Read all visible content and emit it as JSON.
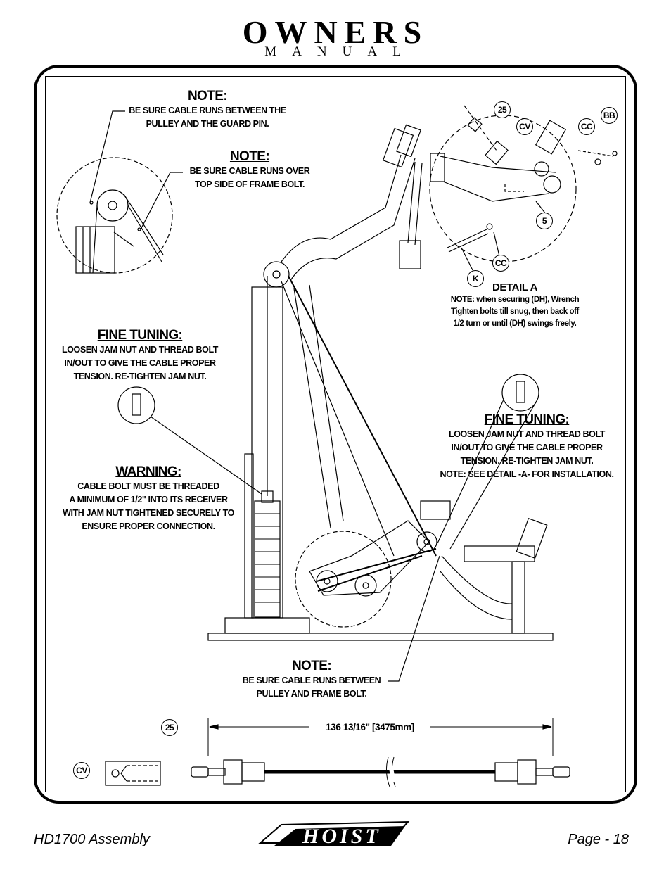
{
  "header": {
    "title": "OWNERS",
    "subtitle": "MANUAL"
  },
  "notes": {
    "guard_pin": {
      "head": "NOTE:",
      "line1": "BE SURE CABLE RUNS BETWEEN THE",
      "line2": "PULLEY AND THE GUARD PIN."
    },
    "frame_bolt_top": {
      "head": "NOTE:",
      "line1": "BE SURE CABLE RUNS OVER",
      "line2": "TOP SIDE OF FRAME BOLT."
    },
    "fine_tuning_left": {
      "head": "FINE TUNING:",
      "line1": "LOOSEN JAM NUT AND THREAD BOLT",
      "line2": "IN/OUT TO GIVE THE CABLE PROPER",
      "line3": "TENSION. RE-TIGHTEN JAM NUT."
    },
    "warning": {
      "head": "WARNING:",
      "line1": "CABLE BOLT MUST BE THREADED",
      "line2": "A MINIMUM OF 1/2\" INTO ITS RECEIVER",
      "line3": "WITH JAM NUT TIGHTENED SECURELY TO",
      "line4": "ENSURE PROPER CONNECTION."
    },
    "detail_a": {
      "head": "DETAIL A",
      "line1": "NOTE: when securing (DH), Wrench",
      "line2": "Tighten bolts till snug, then back off",
      "line3": "1/2 turn or until (DH) swings freely."
    },
    "fine_tuning_right": {
      "head": "FINE TUNING:",
      "line1": "LOOSEN JAM NUT AND THREAD BOLT",
      "line2": "IN/OUT TO GIVE THE CABLE PROPER",
      "line3": "TENSION.  RE-TIGHTEN JAM NUT.",
      "line4": "NOTE: SEE DETAIL -A- FOR INSTALLATION."
    },
    "pulley_frame_bolt": {
      "head": "NOTE:",
      "line1": "BE SURE CABLE RUNS BETWEEN",
      "line2": "PULLEY AND FRAME BOLT."
    }
  },
  "callouts": {
    "c25_detail": "25",
    "cv_detail": "CV",
    "cc_top": "CC",
    "bb": "BB",
    "five": "5",
    "cc_bottom": "CC",
    "k": "K",
    "c25_cable": "25",
    "cv_part": "CV"
  },
  "cable": {
    "dimension": "136 13/16\" [3475mm]"
  },
  "footer": {
    "left": "HD1700 Assembly",
    "right": "Page - 18",
    "logo_text": "HOIST"
  }
}
